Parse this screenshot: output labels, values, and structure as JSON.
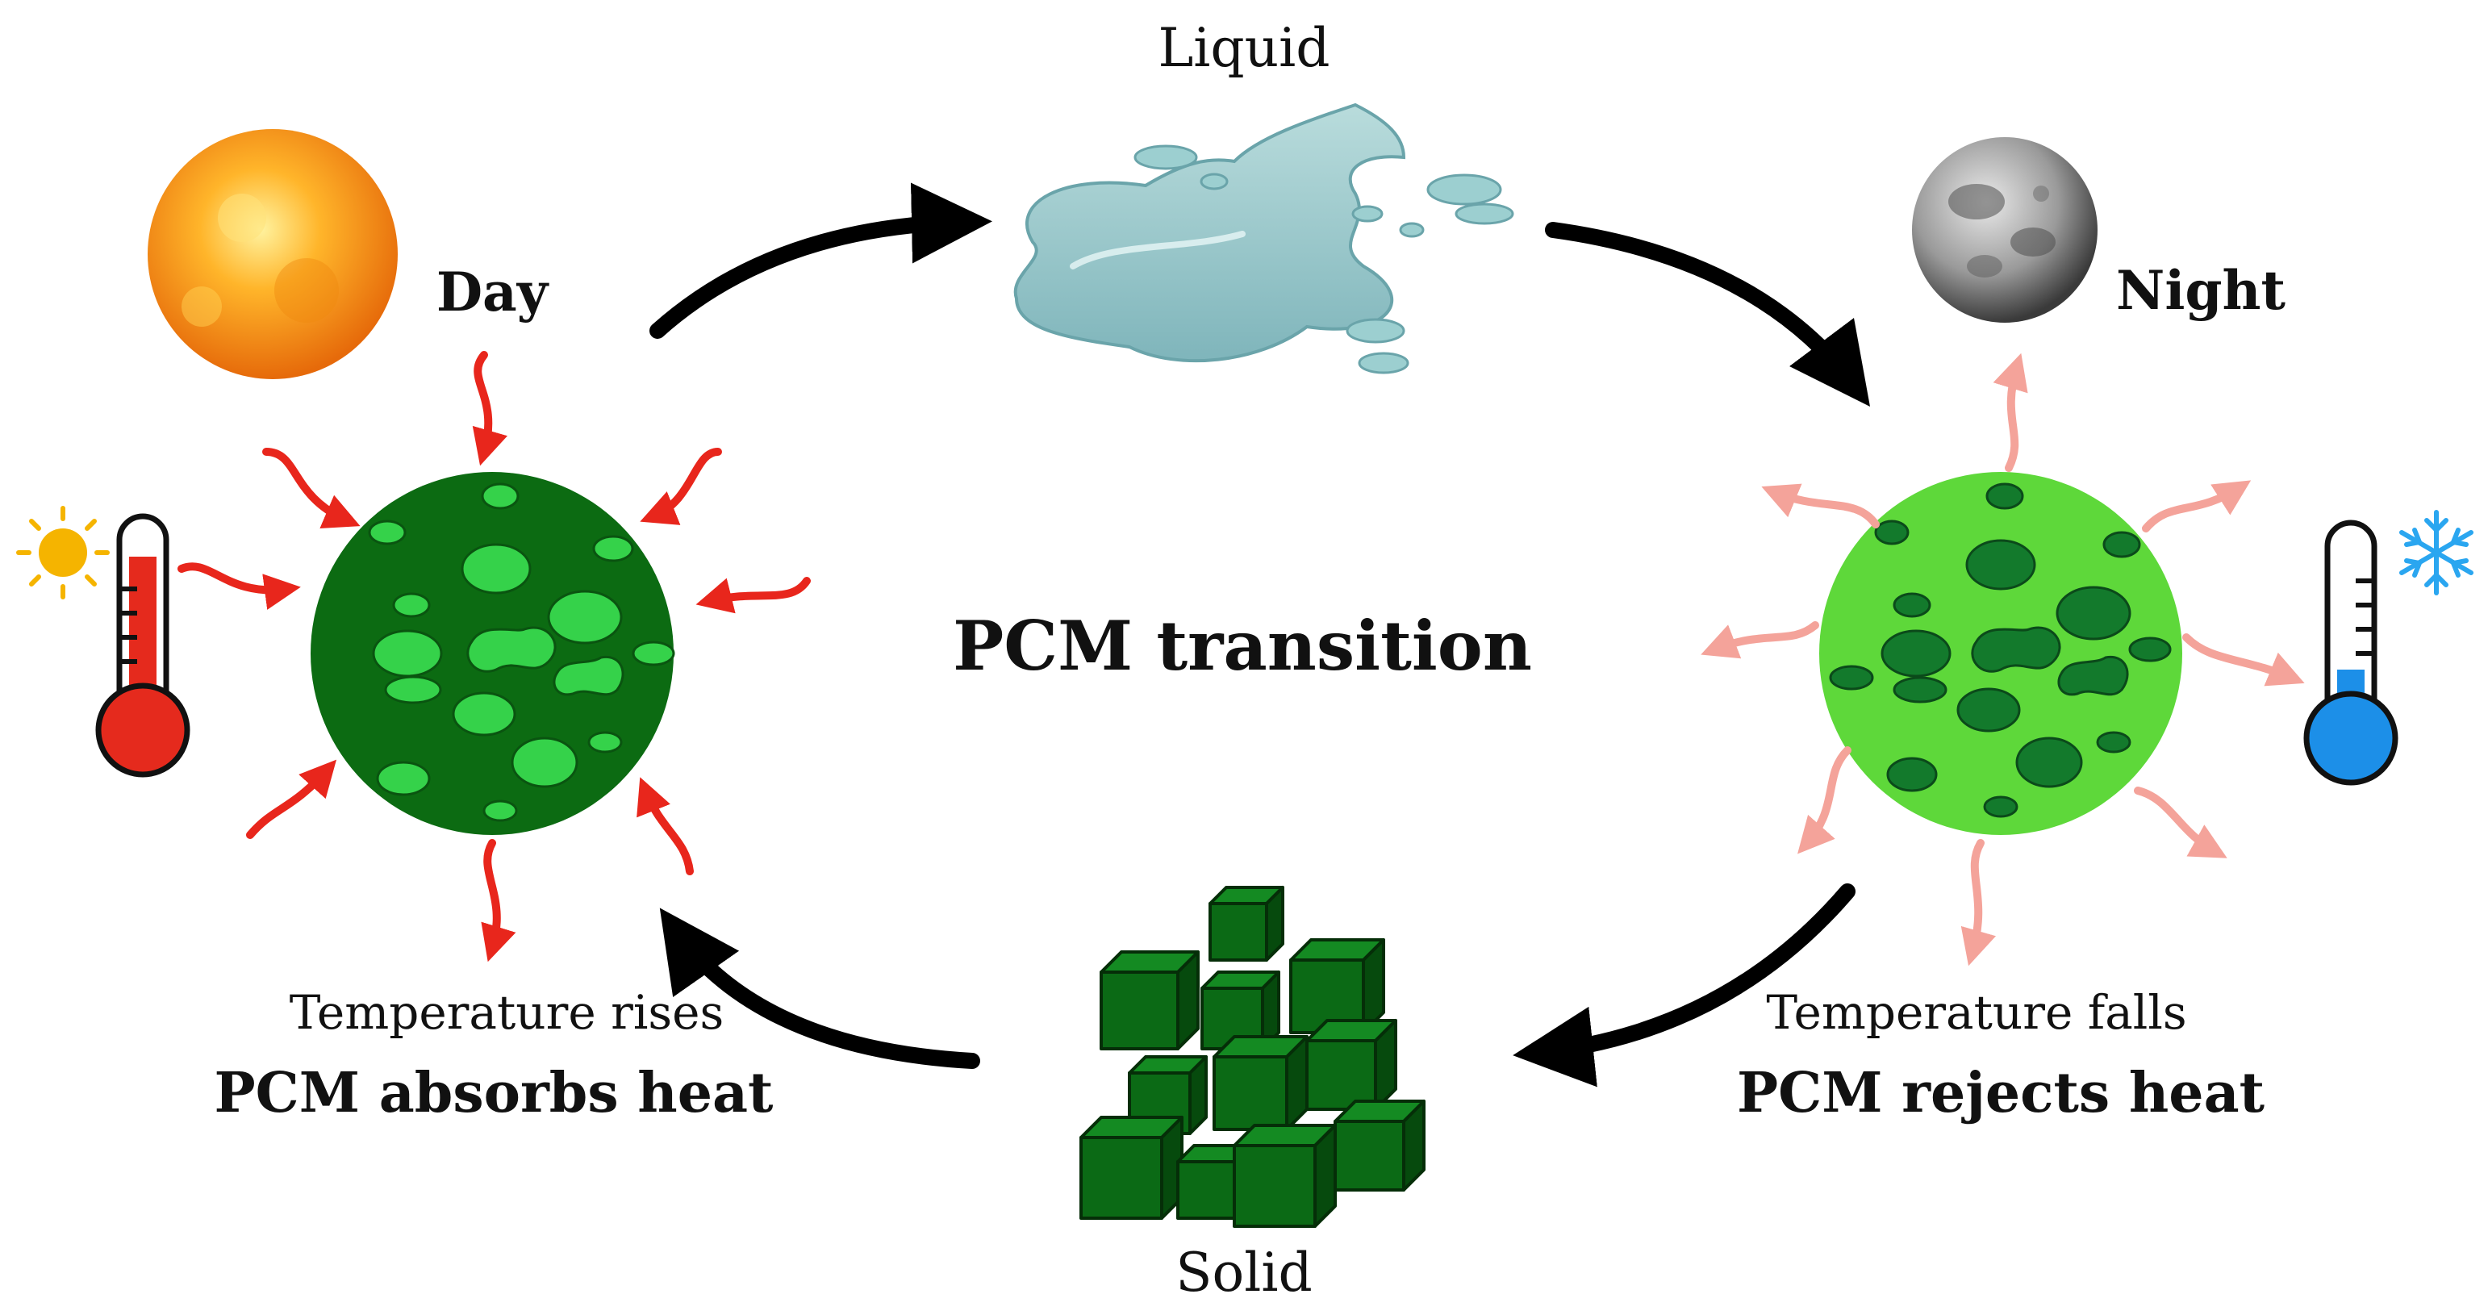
{
  "labels": {
    "liquid": "Liquid",
    "solid": "Solid",
    "day": "Day",
    "night": "Night",
    "center": "PCM transition",
    "left_line1": "Temperature rises",
    "left_line2": "PCM absorbs heat",
    "right_line1": "Temperature falls",
    "right_line2": "PCM rejects heat"
  },
  "colors": {
    "cycle_arrow": "#000000",
    "heat_in_arrow": "#e8261c",
    "heat_out_arrow": "#f4a39a",
    "pcm_day_sphere": "#0c6b12",
    "pcm_day_spots": "#35d24a",
    "pcm_night_sphere": "#5ed83a",
    "pcm_night_spots": "#137a2c",
    "liquid": "#8fc3c6",
    "solid_cube": "#0b6a15",
    "sun": "#f59a1a",
    "moon": "#8a8a8a",
    "thermometer_hot": "#e52a1d",
    "thermometer_cold": "#1c8fe8",
    "small_sun_icon": "#f5b400",
    "snowflake_icon": "#2aa6f0"
  },
  "icons": {
    "sun": "sun-icon",
    "moon": "moon-icon",
    "hot_thermometer": "thermometer-hot-icon",
    "cold_thermometer": "thermometer-cold-icon",
    "small_sun": "small-sun-icon",
    "snowflake": "snowflake-icon",
    "liquid": "liquid-puddle-icon",
    "solid": "solid-cubes-icon"
  }
}
